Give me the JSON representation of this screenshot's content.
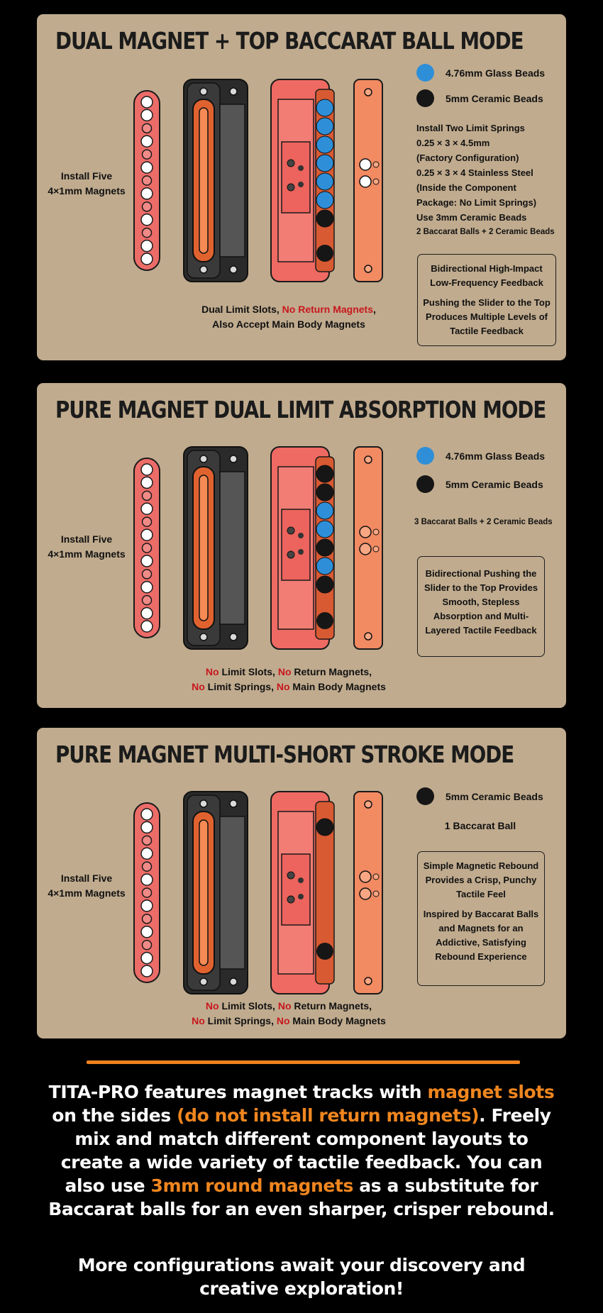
{
  "legend_labels": {
    "glass": "4.76mm Glass Beads",
    "ceramic": "5mm Ceramic Beads"
  },
  "colors": {
    "panel": "#c0ab8e",
    "glass_bead": "#2e8fd8",
    "ceramic_bead": "#161616",
    "highlight_red": "#c8171d",
    "highlight_orange": "#f0861f"
  },
  "panels": [
    {
      "title": "DUAL MAGNET + TOP BACCARAT BALL MODE",
      "install_line1": "Install Five",
      "install_line2": "4×1mm Magnets",
      "spec_lines": [
        "Install Two Limit Springs",
        "0.25 × 3 × 4.5mm",
        "(Factory Configuration)",
        "0.25 × 3 × 4 Stainless Steel",
        "(Inside the Component",
        "Package: No Limit Springs)",
        "Use 3mm Ceramic Beads",
        "2 Baccarat Balls + 2 Ceramic Beads"
      ],
      "feedback": [
        "Bidirectional High-Impact Low-Frequency Feedback",
        "Pushing the Slider to the Top Produces Multiple Levels of Tactile Feedback"
      ],
      "caption": {
        "part1": "Dual Limit Slots, ",
        "part2": "No Return Magnets",
        "part3": ",",
        "line2": "Also Accept Main Body Magnets"
      }
    },
    {
      "title": "PURE MAGNET DUAL LIMIT ABSORPTION MODE",
      "install_line1": "Install Five",
      "install_line2": "4×1mm Magnets",
      "balls_text": "3 Baccarat Balls + 2 Ceramic Beads",
      "feedback": [
        "Bidirectional Pushing the Slider to the Top Provides Smooth, Stepless Absorption and Multi-Layered Tactile Feedback"
      ],
      "caption": {
        "no": "No",
        "limit_slots": " Limit Slots, ",
        "return_magnets": " Return Magnets,",
        "limit_springs": " Limit Springs, ",
        "main_body": " Main Body Magnets"
      }
    },
    {
      "title": "PURE MAGNET MULTI-SHORT STROKE MODE",
      "install_line1": "Install Five",
      "install_line2": "4×1mm Magnets",
      "balls_text": "1 Baccarat Ball",
      "feedback": [
        "Simple Magnetic Rebound Provides a Crisp, Punchy Tactile Feel",
        "Inspired by Baccarat Balls and Magnets for an Addictive, Satisfying Rebound Experience"
      ],
      "caption": {
        "no": "No",
        "limit_slots": " Limit Slots, ",
        "return_magnets": " Return Magnets,",
        "limit_springs": " Limit Springs, ",
        "main_body": " Main Body Magnets"
      }
    }
  ],
  "footer": {
    "p1_a": "TITA-PRO features magnet tracks with ",
    "p1_b": "magnet slots",
    "p1_c": " on the sides ",
    "p1_d": "(do not install return magnets)",
    "p1_e": ". Freely mix and match different component layouts to create a wide variety of tactile feedback. You can also use ",
    "p1_f": "3mm round magnets",
    "p1_g": " as a substitute for Baccarat balls for an even sharper, crisper rebound.",
    "p2": "More configurations await your discovery and creative exploration!"
  }
}
